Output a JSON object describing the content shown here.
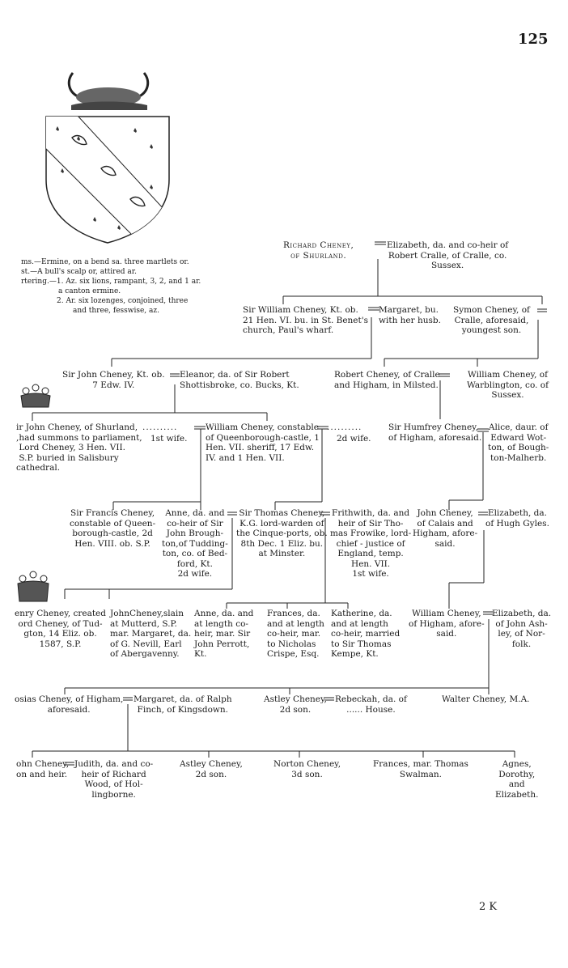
{
  "page_number": "125",
  "signature": "2 K",
  "heraldry": {
    "arms": "ms.—Ermine, on a bend sa. three martlets or.",
    "crest": "st.—A bull's scalp or, attired ar.",
    "quartering_1": "rtering.—1. Az. six lions, rampant, 3, 2, and 1 ar.",
    "quartering_1b": "a canton ermine.",
    "quartering_2": "2. Ar. six lozenges, conjoined, three",
    "quartering_2b": "and three, fesswise, az."
  },
  "gen1": {
    "richard": "Richard Cheney,\nof Shurland.",
    "elizabeth": "Elizabeth, da. and co-heir of\nRobert Cralle, of Cralle, co.\nSussex."
  },
  "gen2": {
    "william": "Sir William Cheney, Kt. ob.\n21 Hen. VI. bu. in St. Benet's\nchurch, Paul's wharf.",
    "margaret": "Margaret, bu.\nwith her husb.",
    "symon": "Symon Cheney, of\nCralle, aforesaid,\nyoungest son."
  },
  "gen3": {
    "john": "Sir John Cheney, Kt. ob.\n7 Edw. IV.",
    "eleanor": "Eleanor, da. of Sir Robert\nShottisbroke, co. Bucks, Kt.",
    "robert": "Robert Cheney, of Cralle\nand Higham, in Milsted.",
    "william_w": "William Cheney, of\nWarblington, co. of\nSussex."
  },
  "gen4": {
    "john_shurland": "ir John Cheney, of Shurland,\n,had summons to parliament,\n Lord Cheney, 3 Hen. VII.\n S.P. buried in Salisbury\ncathedral.",
    "first_wife": "1st wife.",
    "william_const": "William Cheney, constable\nof Queenborough-castle, 1\nHen. VII. sheriff, 17 Edw.\nIV. and 1 Hen. VII.",
    "second_wife": "2d wife.",
    "humfrey": "Sir Humfrey Cheney,\nof Higham, aforesaid.",
    "alice": "Alice, daur. of\nEdward Wot-\nton, of Bough-\nton-Malherb."
  },
  "gen5": {
    "francis": "Sir Francis Cheney,\nconstable of Queen-\nborough-castle, 2d\nHen. VIII. ob. S.P.",
    "anne": "Anne, da. and\nco-heir of Sir\nJohn Brough-\nton,of Tudding-\nton, co. of Bed-\nford, Kt.\n2d wife.",
    "thomas": "Sir Thomas Cheney,\nK.G. lord-warden of\nthe Cinque-ports, ob.\n8th Dec. 1 Eliz. bu.\nat Minster.",
    "frithwith": "Frithwith, da. and\nheir of Sir Tho-\nmas Frowike, lord-\nchief - justice of\nEngland, temp.\nHen. VII.\n1st wife.",
    "john_calais": "John Cheney,\nof Calais and\nHigham, afore-\nsaid.",
    "elizabeth_gyles": "Elizabeth, da.\nof Hugh Gyles."
  },
  "gen6": {
    "henry": "enry Cheney, created\nord Cheney, of Tud-\ngton, 14 Eliz. ob.\n1587, S.P.",
    "john_slain": "JohnCheney,slain\nat Mutterd, S.P.\nmar. Margaret, da.\nof G. Nevill, Earl\nof Abergavenny.",
    "anne2": "Anne, da. and\nat length co-\nheir, mar. Sir\nJohn Perrott,\nKt.",
    "frances": "Frances, da.\nand at length\nco-heir, mar.\nto Nicholas\nCrispe, Esq.",
    "katherine": "Katherine, da.\nand at length\nco-heir, married\nto Sir Thomas\nKempe, Kt.",
    "william_higham": "William Cheney,\nof Higham, afore-\nsaid.",
    "elizabeth_ashley": "Elizabeth, da.\nof John Ash-\nley, of Nor-\nfolk."
  },
  "gen7": {
    "josias": "osias Cheney, of Higham,\naforesaid.",
    "margaret_finch": "Margaret, da. of Ralph\nFinch, of Kingsdown.",
    "astley": "Astley Cheney,\n2d son.",
    "rebeckah": "Rebeckah, da. of\n...... House.",
    "walter": "Walter Cheney, M.A."
  },
  "gen8": {
    "john_son": "ohn Cheney,\non and heir.",
    "judith": "Judith, da. and co-\nheir of Richard\nWood, of Hol-\nlingborne.",
    "astley2": "Astley Cheney,\n2d son.",
    "norton": "Norton Cheney,\n3d son.",
    "frances2": "Frances, mar. Thomas\nSwalman.",
    "agnes": "Agnes,\nDorothy,\nand\nElizabeth."
  }
}
